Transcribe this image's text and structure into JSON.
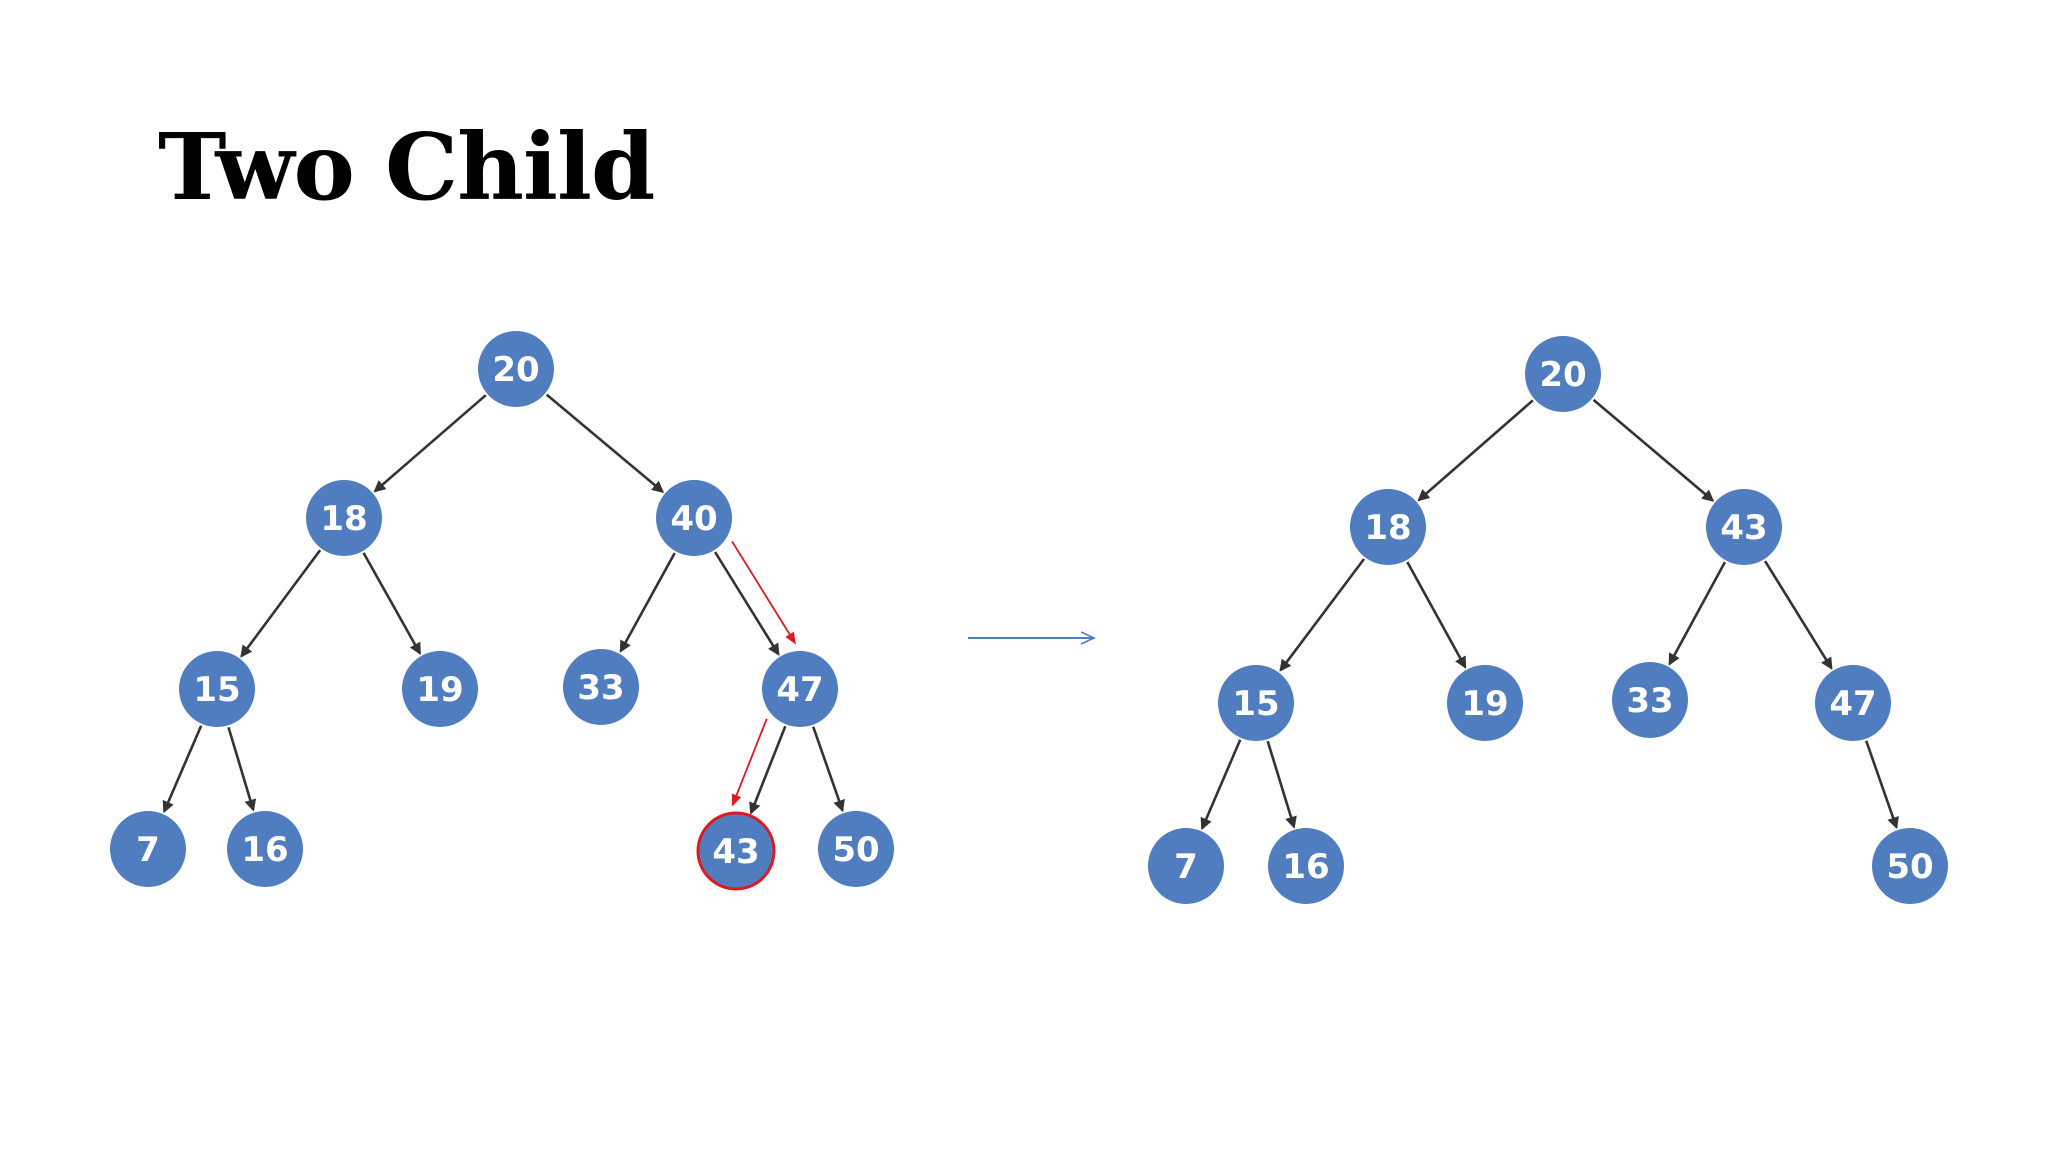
{
  "title": "Two Child",
  "colors": {
    "node_fill": "#4f7dbf",
    "edge": "#333333",
    "highlight": "#e0191f",
    "transition_arrow": "#4f7dbf"
  },
  "trees": [
    {
      "name": "before",
      "nodes": [
        {
          "id": "b20",
          "label": "20"
        },
        {
          "id": "b18",
          "label": "18"
        },
        {
          "id": "b40",
          "label": "40"
        },
        {
          "id": "b15",
          "label": "15"
        },
        {
          "id": "b19",
          "label": "19"
        },
        {
          "id": "b33",
          "label": "33"
        },
        {
          "id": "b47",
          "label": "47"
        },
        {
          "id": "b7",
          "label": "7"
        },
        {
          "id": "b16",
          "label": "16"
        },
        {
          "id": "b43",
          "label": "43",
          "highlighted": true
        },
        {
          "id": "b50",
          "label": "50"
        }
      ],
      "edges": [
        [
          "b20",
          "b18"
        ],
        [
          "b20",
          "b40"
        ],
        [
          "b18",
          "b15"
        ],
        [
          "b18",
          "b19"
        ],
        [
          "b40",
          "b33"
        ],
        [
          "b40",
          "b47"
        ],
        [
          "b15",
          "b7"
        ],
        [
          "b15",
          "b16"
        ],
        [
          "b47",
          "b43"
        ],
        [
          "b47",
          "b50"
        ]
      ],
      "highlight_path": [
        [
          "b40",
          "b47"
        ],
        [
          "b47",
          "b43"
        ]
      ]
    },
    {
      "name": "after",
      "nodes": [
        {
          "id": "a20",
          "label": "20"
        },
        {
          "id": "a18",
          "label": "18"
        },
        {
          "id": "a43",
          "label": "43"
        },
        {
          "id": "a15",
          "label": "15"
        },
        {
          "id": "a19",
          "label": "19"
        },
        {
          "id": "a33",
          "label": "33"
        },
        {
          "id": "a47",
          "label": "47"
        },
        {
          "id": "a7",
          "label": "7"
        },
        {
          "id": "a16",
          "label": "16"
        },
        {
          "id": "a50",
          "label": "50"
        }
      ],
      "edges": [
        [
          "a20",
          "a18"
        ],
        [
          "a20",
          "a43"
        ],
        [
          "a18",
          "a15"
        ],
        [
          "a18",
          "a19"
        ],
        [
          "a43",
          "a33"
        ],
        [
          "a43",
          "a47"
        ],
        [
          "a15",
          "a7"
        ],
        [
          "a15",
          "a16"
        ],
        [
          "a47",
          "a50"
        ]
      ],
      "highlight_path": []
    }
  ]
}
